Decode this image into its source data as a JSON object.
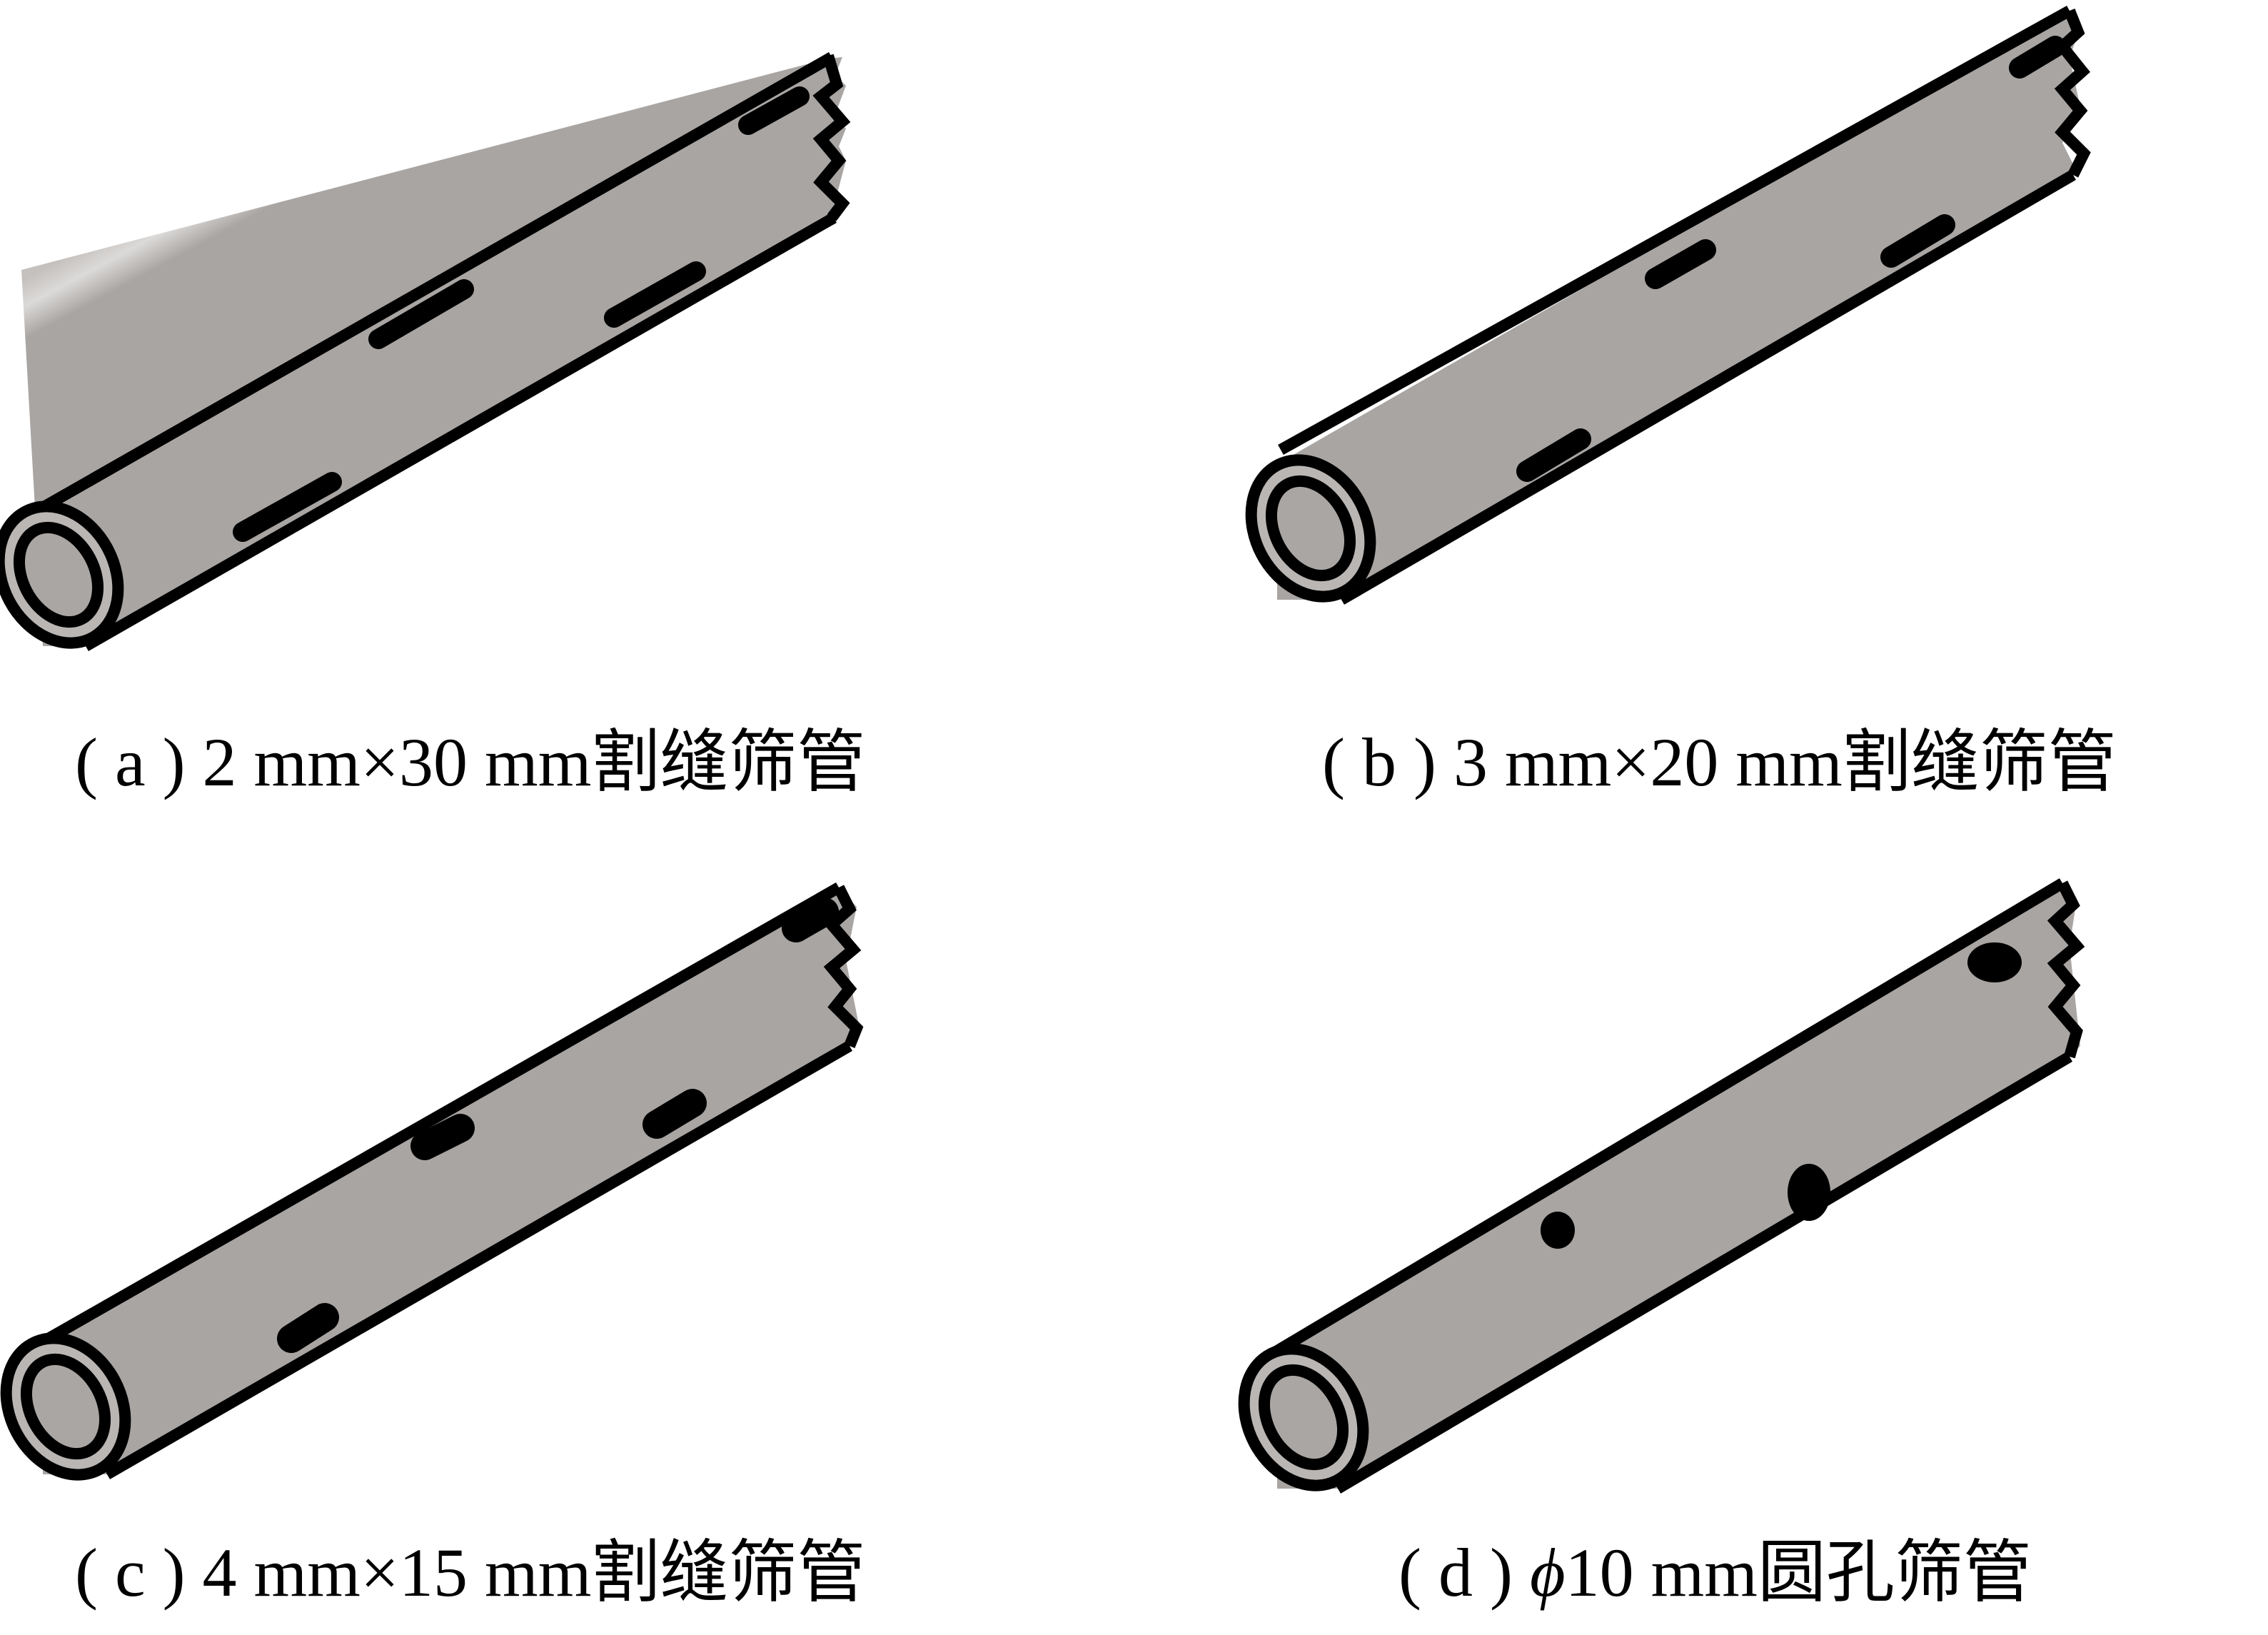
{
  "colors": {
    "pipe_fill": "#b9b6b4",
    "pipe_highlight": "#dcdad8",
    "outline": "#000000",
    "background": "#ffffff"
  },
  "panels": [
    {
      "id": "a",
      "caption": "( a ) 2 mm×30 mm割缝筛管",
      "hole_type": "slot"
    },
    {
      "id": "b",
      "caption": "( b ) 3 mm×20 mm割缝筛管",
      "hole_type": "slot"
    },
    {
      "id": "c",
      "caption": "( c ) 4 mm×15 mm割缝筛管",
      "hole_type": "slot"
    },
    {
      "id": "d",
      "caption_prefix": "( d ) ",
      "caption_symbol": "ϕ",
      "caption_suffix": "10 mm圆孔筛管",
      "hole_type": "round"
    }
  ]
}
